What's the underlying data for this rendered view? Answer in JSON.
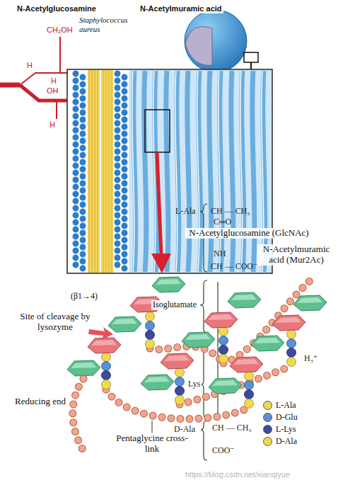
{
  "diagram": {
    "labels": [
      "N-Acetylglucosamine",
      "N-Acetylmuramic acid",
      "Staphylococcus aureus",
      "CH₂OH",
      "H",
      "H",
      "OH",
      "H",
      "L-Ala",
      "CH — CH₃",
      "C═O",
      "N-Acetylglucosamine (GlcNAc)",
      "NH",
      "N-Acetylmuramic acid (Mur2Ac)",
      "CH — COO⁻",
      "(β1→4)",
      "Isoglutamate",
      "Site of cleavage by lysozyme",
      "Reducing end",
      "Lys",
      "D-Ala",
      "Pentaglycine cross-link",
      "CH — CH₃",
      "COO⁻",
      "H₃⁺",
      "https://blog.csdn.net/xianqiyue"
    ],
    "legend": [
      {
        "text": "L-Ala",
        "color": "#f0d850"
      },
      {
        "text": "D-Glu",
        "color": "#5b8fd6"
      },
      {
        "text": "L-Lys",
        "color": "#3c4aa0"
      },
      {
        "text": "D-Ala",
        "color": "#f0d850"
      }
    ]
  }
}
